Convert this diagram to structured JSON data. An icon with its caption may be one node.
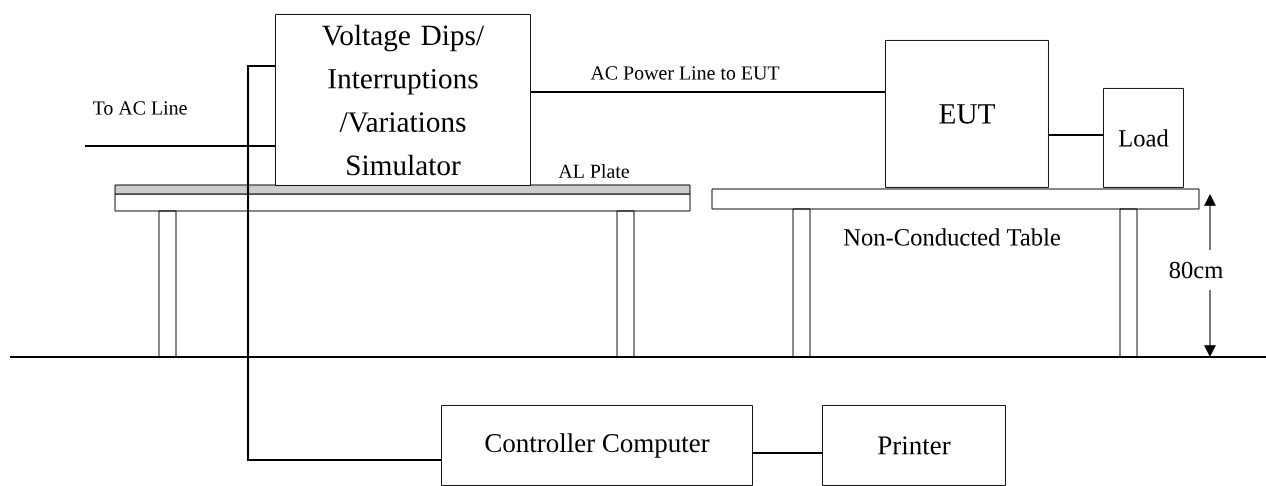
{
  "diagram": {
    "nodes": [
      {
        "text": [
          "Voltage Dips/ Interruptions /Variations Simulator"
        ]
      },
      {
        "text": [
          "EUT"
        ]
      },
      {
        "text": [
          "Load"
        ]
      },
      {
        "text": [
          "Controller Computer"
        ]
      },
      {
        "text": [
          "Printer"
        ]
      }
    ],
    "edges": [
      {
        "from": null,
        "to": 0,
        "arrow": "none",
        "label": "To AC Line"
      },
      {
        "from": 0,
        "to": 1,
        "arrow": "none",
        "label": "AC Power Line to EUT"
      },
      {
        "from": 1,
        "to": 2,
        "arrow": "none"
      },
      {
        "from": 0,
        "to": 3,
        "arrow": "none"
      },
      {
        "from": 3,
        "to": 4,
        "arrow": "none"
      }
    ],
    "labels": [
      "AL Plate",
      "Non-Conducted Table",
      "80cm"
    ]
  }
}
